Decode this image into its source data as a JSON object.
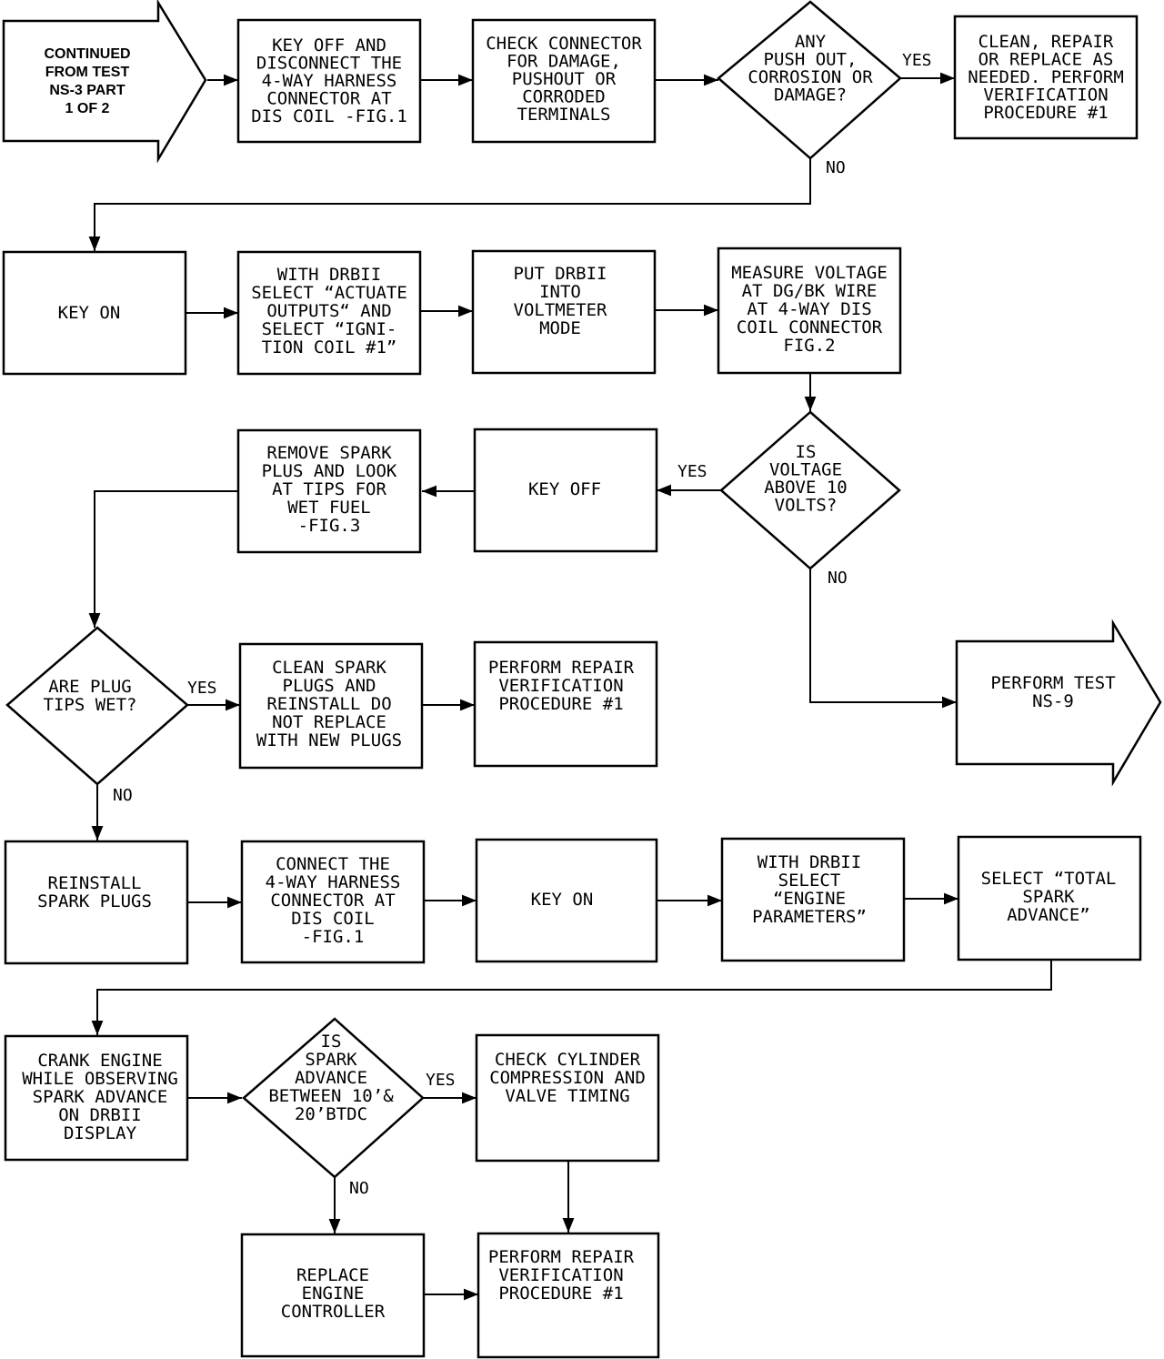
{
  "start": {
    "lines": [
      "CONTINUED",
      "FROM TEST",
      "NS-3 PART",
      "1 OF 2"
    ]
  },
  "nodes": {
    "key_off_disconnect": [
      "KEY OFF AND",
      "DISCONNECT THE",
      "4-WAY HARNESS",
      "CONNECTOR AT",
      "DIS COIL -FIG.1"
    ],
    "check_connector": [
      "CHECK CONNECTOR",
      "FOR DAMAGE,",
      "PUSHOUT OR",
      "CORRODED",
      "TERMINALS"
    ],
    "any_pushout": [
      "ANY",
      "PUSH OUT,",
      "CORROSION OR",
      "DAMAGE?"
    ],
    "clean_repair": [
      "CLEAN, REPAIR",
      "OR REPLACE AS",
      "NEEDED. PERFORM",
      "VERIFICATION",
      "PROCEDURE #1"
    ],
    "key_on_1": [
      "KEY ON"
    ],
    "actuate_outputs": [
      "WITH DRBII",
      "SELECT “ACTUATE",
      "OUTPUTS“ AND",
      "SELECT “IGNI-",
      "TION COIL #1”"
    ],
    "voltmeter_mode": [
      "PUT DRBII",
      "INTO",
      "VOLTMETER",
      "MODE"
    ],
    "measure_voltage": [
      "MEASURE VOLTAGE",
      "AT DG/BK WIRE",
      "AT 4-WAY DIS",
      "COIL CONNECTOR",
      "FIG.2"
    ],
    "voltage_above_10": [
      "IS",
      "VOLTAGE",
      "ABOVE 10",
      "VOLTS?"
    ],
    "key_off_2": [
      "KEY OFF"
    ],
    "remove_spark_plug": [
      "REMOVE SPARK",
      "PLUS AND LOOK",
      "AT TIPS FOR",
      "WET FUEL",
      "-FIG.3"
    ],
    "perform_ns9": [
      "PERFORM TEST",
      "NS-9"
    ],
    "plug_tips_wet": [
      "ARE PLUG",
      "TIPS WET?"
    ],
    "clean_spark_plugs": [
      "CLEAN SPARK",
      "PLUGS AND",
      "REINSTALL DO",
      "NOT REPLACE",
      "WITH NEW PLUGS"
    ],
    "repair_verification_1": [
      "PERFORM REPAIR",
      "VERIFICATION",
      "PROCEDURE #1"
    ],
    "reinstall_plugs": [
      "REINSTALL",
      "SPARK PLUGS"
    ],
    "connect_harness": [
      "CONNECT THE",
      "4-WAY HARNESS",
      "CONNECTOR AT",
      "DIS COIL",
      "-FIG.1"
    ],
    "key_on_2": [
      "KEY ON"
    ],
    "engine_parameters": [
      "WITH DRBII",
      "SELECT",
      "“ENGINE",
      "PARAMETERS”"
    ],
    "total_spark_advance": [
      "SELECT “TOTAL",
      "SPARK",
      "ADVANCE”"
    ],
    "crank_engine": [
      "CRANK ENGINE",
      "WHILE OBSERVING",
      "SPARK ADVANCE",
      "ON DRBII",
      "DISPLAY"
    ],
    "spark_advance_between": [
      "IS",
      "SPARK",
      "ADVANCE",
      "BETWEEN 10’&",
      "20’BTDC"
    ],
    "check_cylinder": [
      "CHECK CYLINDER",
      "COMPRESSION AND",
      "VALVE TIMING"
    ],
    "replace_controller": [
      "REPLACE",
      "ENGINE",
      "CONTROLLER"
    ],
    "repair_verification_2": [
      "PERFORM REPAIR",
      "VERIFICATION",
      "PROCEDURE #1"
    ]
  },
  "labels": {
    "yes": "YES",
    "no": "NO"
  }
}
